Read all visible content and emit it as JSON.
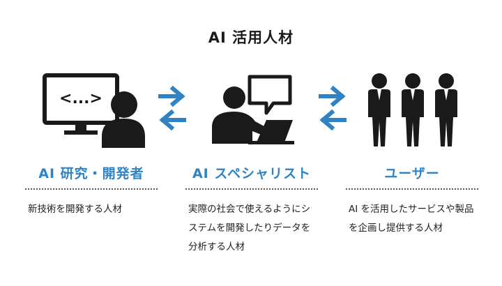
{
  "title": "AI 活用人材",
  "colors": {
    "accent": "#2f83c5",
    "icon": "#1a1a1a"
  },
  "columns": [
    {
      "heading": "AI 研究・開発者",
      "description": "新技術を開発する人材",
      "icon": "developer-at-monitor-icon"
    },
    {
      "heading": "AI スペシャリスト",
      "description": "実際の社会で使えるようにシステムを開発したりデータを分析する人材",
      "icon": "specialist-at-laptop-icon"
    },
    {
      "heading": "ユーザー",
      "description": "AI を活用したサービスや製品を企画し提供する人材",
      "icon": "three-business-people-icon"
    }
  ]
}
